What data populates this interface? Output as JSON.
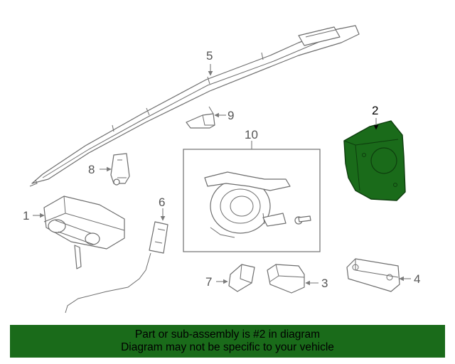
{
  "diagram": {
    "callouts": {
      "c1": "1",
      "c2": "2",
      "c3": "3",
      "c4": "4",
      "c5": "5",
      "c6": "6",
      "c7": "7",
      "c8": "8",
      "c9": "9",
      "c10": "10"
    },
    "highlight_color": "#1a6b1a"
  },
  "banner": {
    "line1": "Part or sub-assembly is #2 in diagram",
    "line2": "Diagram may not be specific to your vehicle",
    "background": "#1a6b1a"
  }
}
